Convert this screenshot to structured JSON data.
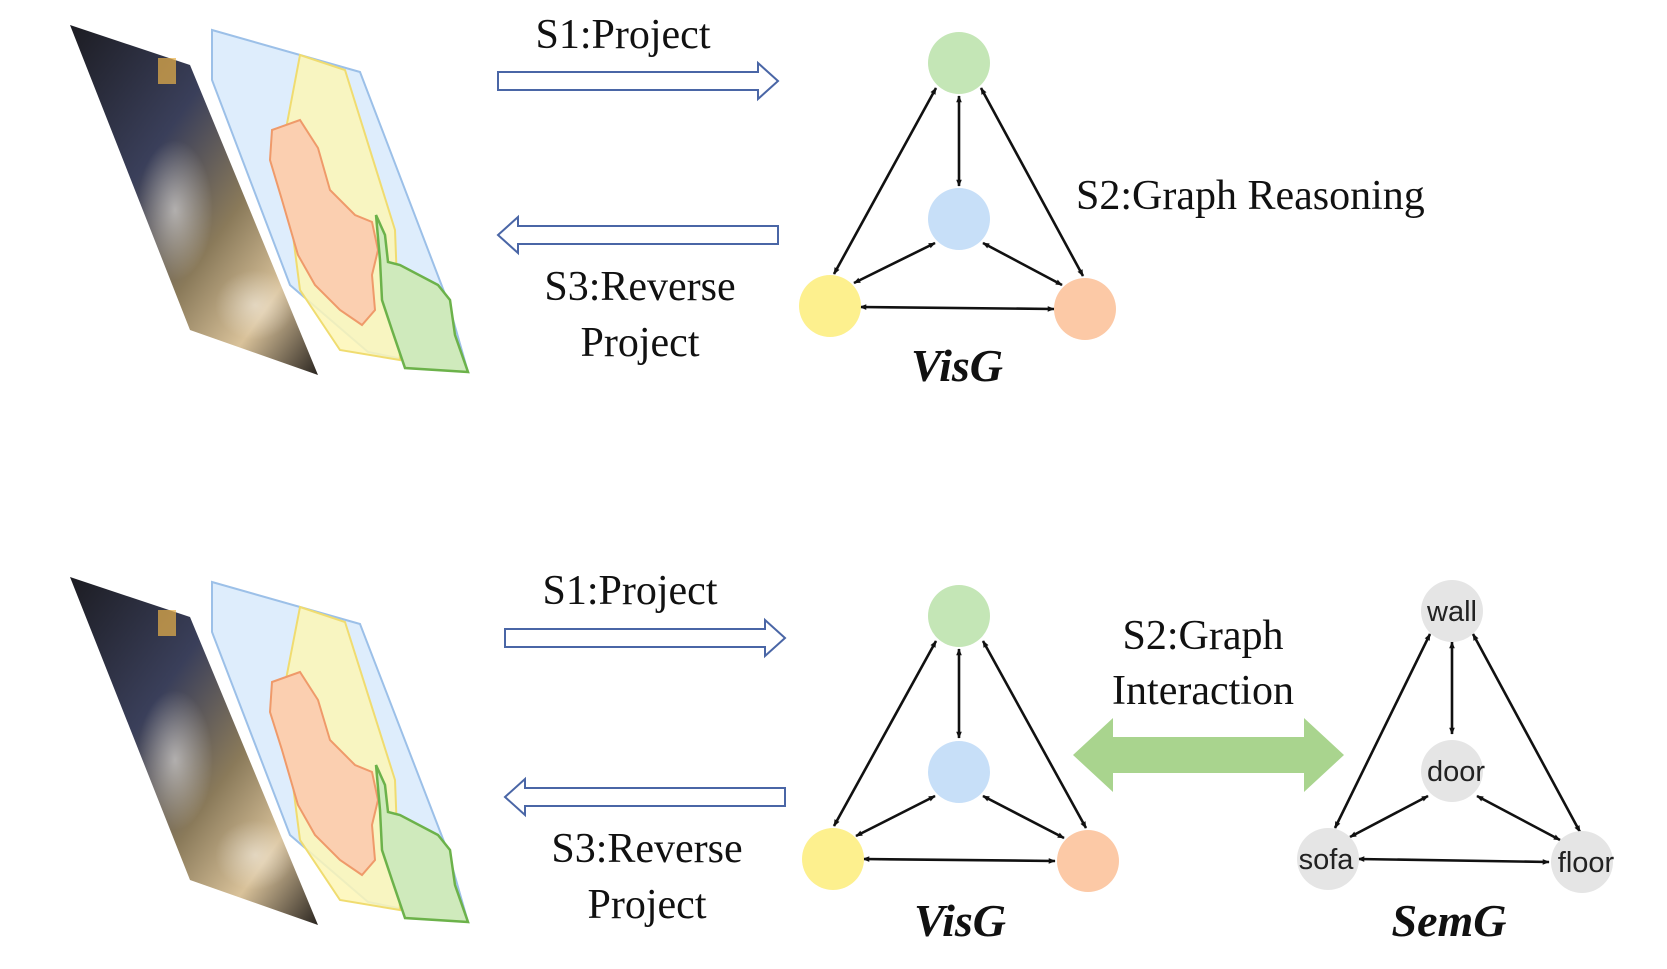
{
  "colors": {
    "green": "#c4e6b6",
    "blue": "#c7dff8",
    "yellow": "#fdf08e",
    "orange": "#fcc9a6",
    "gray": "#e5e5e5",
    "hollow_arrow": "#4a66a6",
    "interaction_arrow": "#a9d48e"
  },
  "top": {
    "s1_label": "S1:Project",
    "s2_label": "S2:Graph Reasoning",
    "s3_label_line1": "S3:Reverse",
    "s3_label_line2": "Project",
    "graph_title": "VisG"
  },
  "bottom": {
    "s1_label": "S1:Project",
    "s2_label_line1": "S2:Graph",
    "s2_label_line2": "Interaction",
    "s3_label_line1": "S3:Reverse",
    "s3_label_line2": "Project",
    "vis_title": "VisG",
    "sem_title": "SemG",
    "sem_nodes": {
      "wall": "wall",
      "door": "door",
      "sofa": "sofa",
      "floor": "floor"
    }
  }
}
